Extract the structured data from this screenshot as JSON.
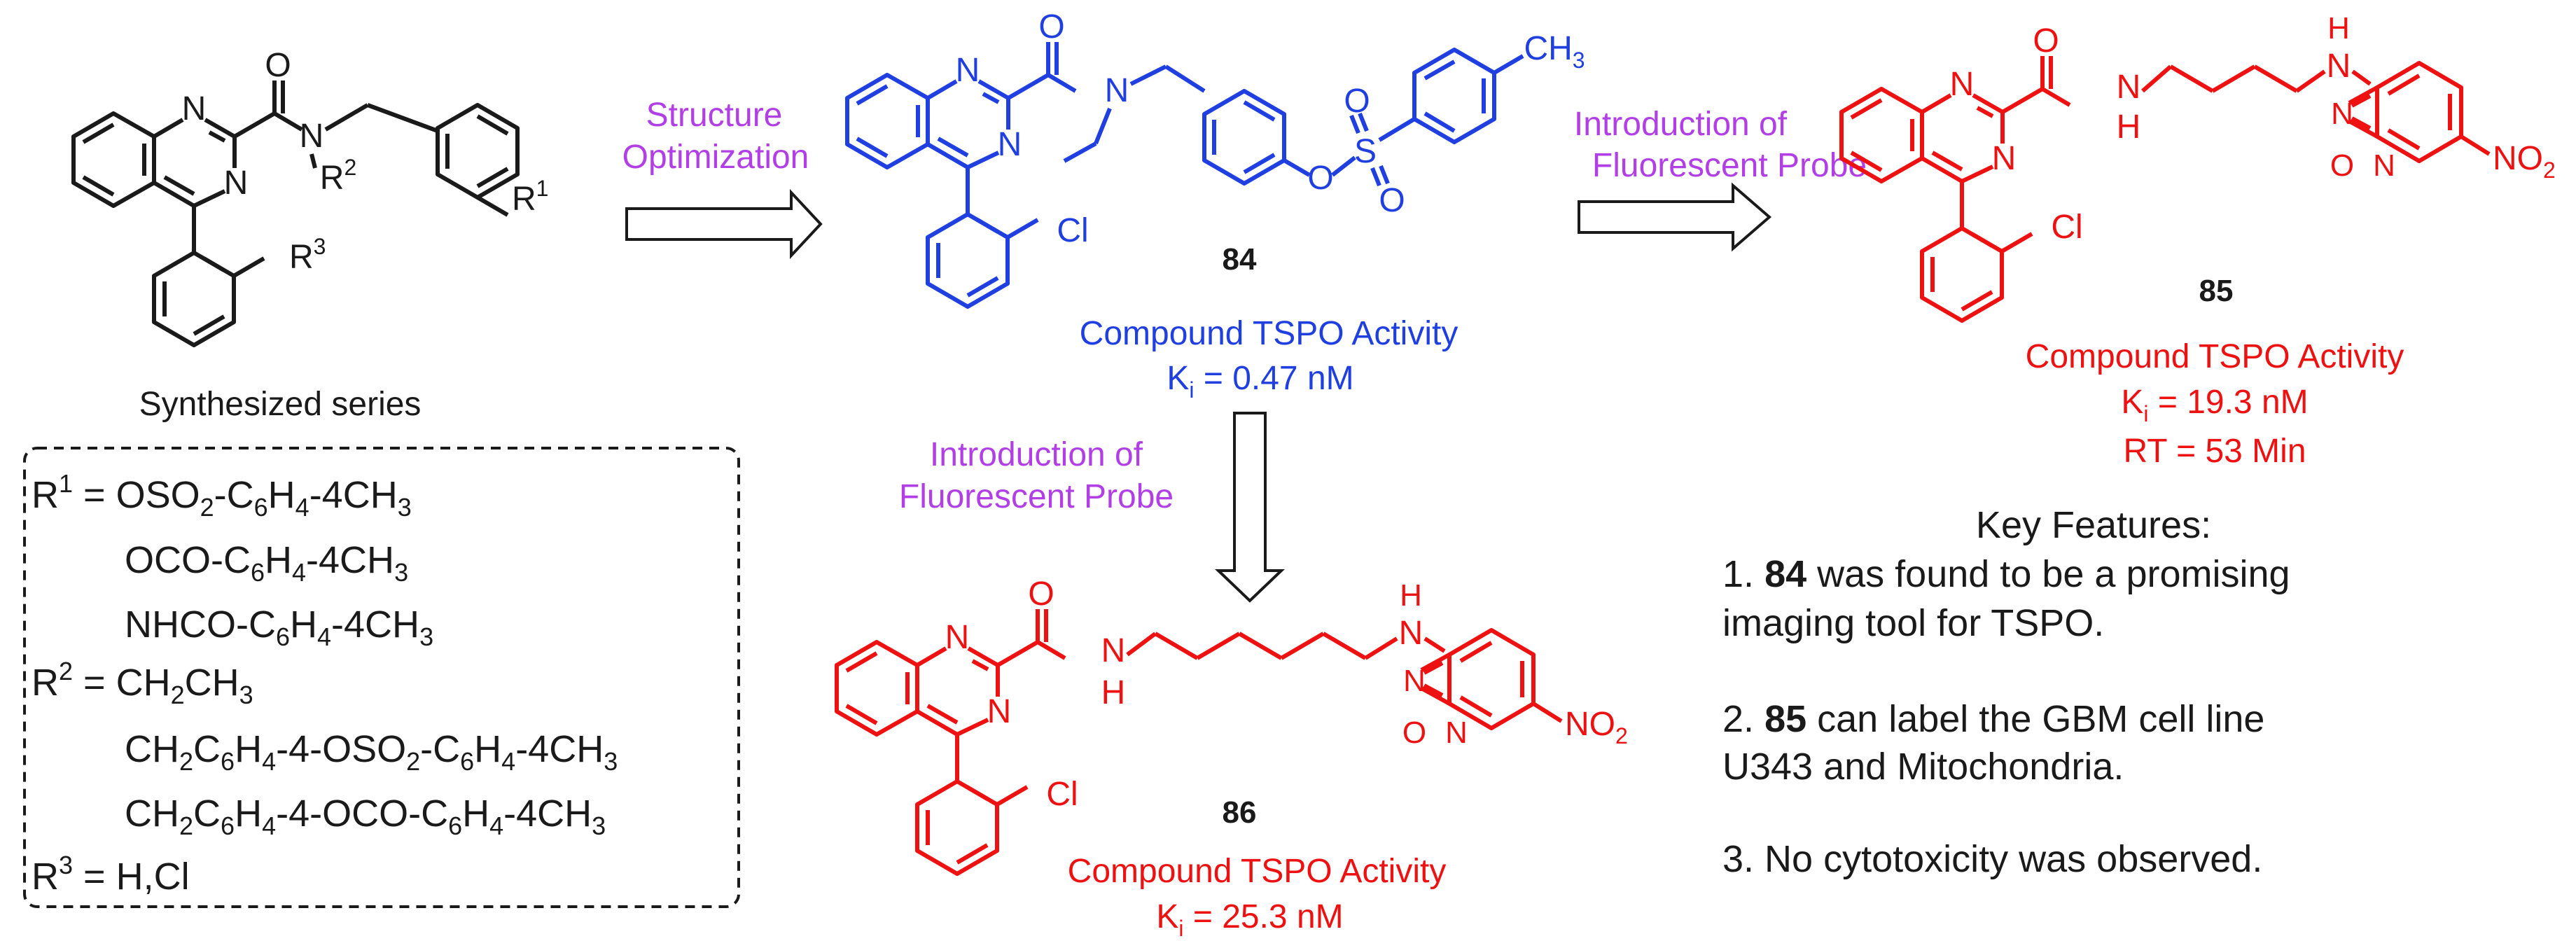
{
  "colors": {
    "black": "#1a1a1a",
    "blue": "#1f3fe0",
    "red": "#ee1111",
    "magenta": "#b23fe6"
  },
  "series": {
    "caption": "Synthesized series",
    "r1": "R",
    "r2": "R",
    "r3": "R",
    "sup1": "1",
    "sup2": "2",
    "sup3": "3"
  },
  "atoms": {
    "N": "N",
    "O": "O",
    "H": "H",
    "S": "S",
    "Cl": "Cl",
    "CH3": "CH",
    "sub3": "3",
    "NO2": "NO",
    "sub2": "2"
  },
  "arrows": {
    "a1": [
      "Structure",
      "Optimization"
    ],
    "a2": [
      "Introduction of",
      "Fluorescent Probe"
    ],
    "a3": [
      "Introduction of",
      "Fluorescent Probe"
    ]
  },
  "compounds": {
    "c84": {
      "id": "84",
      "activity": "Compound TSPO Activity",
      "ki_prefix": "K",
      "ki_sub": "i",
      "ki_value": " = 0.47 nM"
    },
    "c85": {
      "id": "85",
      "activity": "Compound TSPO Activity",
      "ki_prefix": "K",
      "ki_sub": "i",
      "ki_value": " = 19.3 nM",
      "rt": "RT = 53 Min"
    },
    "c86": {
      "id": "86",
      "activity": "Compound TSPO Activity",
      "ki_prefix": "K",
      "ki_sub": "i",
      "ki_value": " = 25.3 nM"
    }
  },
  "rgroups": {
    "r1_label": "R",
    "r1_sup": "1",
    "r1_opt1": [
      "= OSO",
      "2",
      "-C",
      "6",
      "H",
      "4",
      "-4CH",
      "3"
    ],
    "r1_opt2": [
      "OCO-C",
      "6",
      "H",
      "4",
      "-4CH",
      "3"
    ],
    "r1_opt3": [
      "NHCO-C",
      "6",
      "H",
      "4",
      "-4CH",
      "3"
    ],
    "r2_label": "R",
    "r2_sup": "2",
    "r2_opt1": [
      "= CH",
      "2",
      "CH",
      "3"
    ],
    "r2_opt2": [
      "CH",
      "2",
      "C",
      "6",
      "H",
      "4",
      "-4-OSO",
      "2",
      "-C",
      "6",
      "H",
      "4",
      "-4CH",
      "3"
    ],
    "r2_opt3": [
      "CH",
      "2",
      "C",
      "6",
      "H",
      "4",
      "-4-OCO-C",
      "6",
      "H",
      "4",
      "-4CH",
      "3"
    ],
    "r3_label": "R",
    "r3_sup": "3",
    "r3_opt1": "= H,Cl"
  },
  "key_features": {
    "title": "Key Features:",
    "f1_num": "1.",
    "f1_bold": "84",
    "f1_line1": " was found to be a promising",
    "f1_line2": "imaging tool for TSPO.",
    "f2_num": "2.",
    "f2_bold": "85",
    "f2_line1": " can label the GBM cell line",
    "f2_line2": "U343 and Mitochondria.",
    "f3": "3. No cytotoxicity was observed."
  }
}
